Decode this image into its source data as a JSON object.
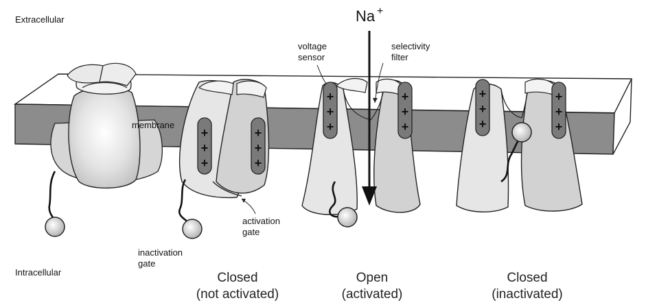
{
  "labels": {
    "extracellular": "Extracellular",
    "intracellular": "Intracellular",
    "membrane": "membrane",
    "ion": "Na",
    "ion_charge": "+",
    "voltage_sensor_line1": "voltage",
    "voltage_sensor_line2": "sensor",
    "selectivity_filter_line1": "selectivity",
    "selectivity_filter_line2": "filter",
    "activation_gate_line1": "activation",
    "activation_gate_line2": "gate",
    "inactivation_gate_line1": "inactivation",
    "inactivation_gate_line2": "gate"
  },
  "states": [
    {
      "line1": "Closed",
      "line2": "(not activated)"
    },
    {
      "line1": "Open",
      "line2": "(activated)"
    },
    {
      "line1": "Closed",
      "line2": "(inactivated)"
    }
  ],
  "charge_symbol": "+",
  "colors": {
    "membrane_top": "#ffffff",
    "membrane_front": "#8c8c8c",
    "protein_light": "#e6e6e6",
    "protein_mid": "#d2d2d2",
    "voltage_sensor": "#7a7a7a",
    "outline": "#222222"
  }
}
